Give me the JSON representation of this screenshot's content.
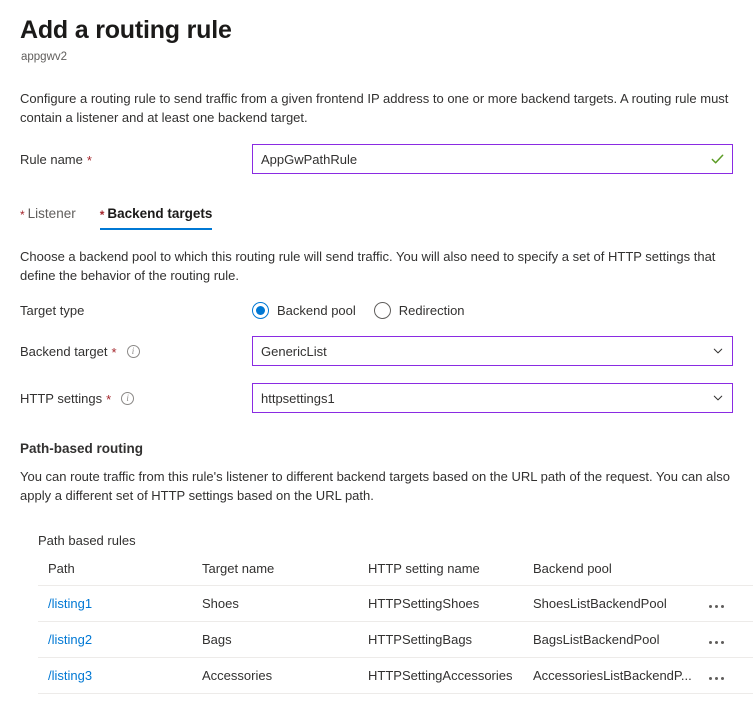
{
  "header": {
    "title": "Add a routing rule",
    "subtitle": "appgwv2"
  },
  "intro": "Configure a routing rule to send traffic from a given frontend IP address to one or more backend targets. A routing rule must contain a listener and at least one backend target.",
  "rule_name": {
    "label": "Rule name",
    "required_marker": "*",
    "value": "AppGwPathRule",
    "placeholder": "",
    "valid_icon": "check-icon"
  },
  "tabs": [
    {
      "label": "Listener",
      "required_marker": "*",
      "active": false
    },
    {
      "label": "Backend targets",
      "required_marker": "*",
      "active": true
    }
  ],
  "section": {
    "description": "Choose a backend pool to which this routing rule will send traffic. You will also need to specify a set of HTTP settings that define the behavior of the routing rule."
  },
  "target_type": {
    "label": "Target type",
    "options": [
      {
        "label": "Backend pool",
        "selected": true
      },
      {
        "label": "Redirection",
        "selected": false
      }
    ]
  },
  "backend_target": {
    "label": "Backend target",
    "required_marker": "*",
    "info_icon": "info-icon",
    "value": "GenericList",
    "chevron": "chevron-down-icon"
  },
  "http_settings": {
    "label": "HTTP settings",
    "required_marker": "*",
    "info_icon": "info-icon",
    "value": "httpsettings1",
    "chevron": "chevron-down-icon"
  },
  "path_based_routing": {
    "heading": "Path-based routing",
    "description": "You can route traffic from this rule's listener to different backend targets based on the URL path of the request. You can also apply a different set of HTTP settings based on the URL path."
  },
  "table": {
    "caption": "Path based rules",
    "columns": [
      "Path",
      "Target name",
      "HTTP setting name",
      "Backend pool",
      ""
    ],
    "rows": [
      {
        "path": "/listing1",
        "target_name": "Shoes",
        "http_setting_name": "HTTPSettingShoes",
        "backend_pool": "ShoesListBackendPool",
        "menu": "more-options-icon"
      },
      {
        "path": "/listing2",
        "target_name": "Bags",
        "http_setting_name": "HTTPSettingBags",
        "backend_pool": "BagsListBackendPool",
        "menu": "more-options-icon"
      },
      {
        "path": "/listing3",
        "target_name": "Accessories",
        "http_setting_name": "HTTPSettingAccessories",
        "backend_pool": "AccessoriesListBackendP...",
        "menu": "more-options-icon"
      }
    ]
  },
  "colors": {
    "accent_blue": "#0078d4",
    "focus_purple": "#8a2be2",
    "required_red": "#a4262c",
    "valid_green": "#498205",
    "text": "#323130"
  }
}
